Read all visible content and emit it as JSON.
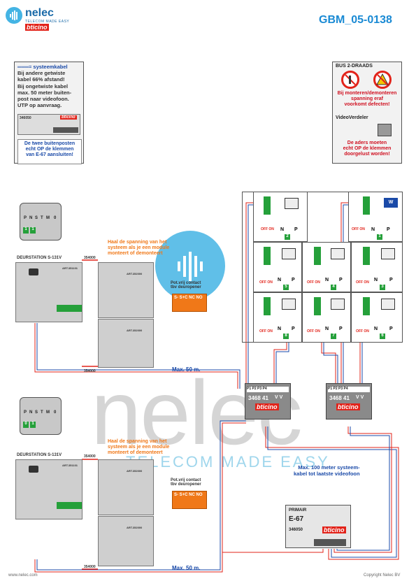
{
  "header": {
    "brand": "nelec",
    "brand_sub": "TELECOM MADE EASY",
    "partner": "bticino",
    "doc_code": "GBM_05-0138"
  },
  "info_left": {
    "lines": [
      "═══= systeemkabel",
      "Bij andere getwiste",
      "kabel 66% afstand!",
      "Bij ongetwiste kabel",
      "max. 50 meter buiten-",
      "post naar videofoon.",
      "UTP op aanvraag."
    ],
    "module_code": "346050",
    "module_brand": "bticino",
    "warning": [
      "De twee buitenposten",
      "echt OP de klemmen",
      "van E-67 aansluiten!"
    ]
  },
  "info_right": {
    "title": "BUS 2-DRAADS",
    "warning1": [
      "Bij monteren/demonteren",
      "spanning eraf",
      "voorkomt defecten!"
    ],
    "subtitle": "VideoVerdeler",
    "warning2": [
      "De aders moeten",
      "echt OP de klemmen",
      "doorgelust worden!"
    ]
  },
  "station1": {
    "terminal_labels": [
      "P",
      "N",
      "S",
      "T",
      "M",
      "0"
    ],
    "terminal_nums": [
      "1",
      "1"
    ],
    "label": "DEURSTATION S-131V",
    "cable_top": "354000",
    "cable_bottom": "354000",
    "note": [
      "Haal de spanning van het",
      "systeem als je een module",
      "monteert of demonteert"
    ],
    "contact_note": [
      "Pot.vrij contact",
      "tbv deuropener"
    ],
    "relay_terms": "S-  S+C NC NO",
    "max": "Max. 50 m.",
    "mod_code": "ART.351101",
    "mod_code2": "ART.352000"
  },
  "station2": {
    "terminal_labels": [
      "P",
      "N",
      "S",
      "T",
      "M",
      "0"
    ],
    "terminal_nums": [
      "0",
      "1"
    ],
    "label": "DEURSTATION S-131V",
    "cable_top": "354000",
    "cable_bottom": "354000",
    "note": [
      "Haal de spanning van het",
      "systeem als je een module",
      "monteert of demonteert"
    ],
    "contact_note": [
      "Pot.vrij contact",
      "tbv deuropener"
    ],
    "relay_terms": "S-  S+C NC NO",
    "max": "Max. 50 m.",
    "mod_code": "ART.351101",
    "mod_code2": "ART.352000"
  },
  "videophones": {
    "off_on": "OFF ON",
    "n": "N",
    "p": "P",
    "w_badge": "W",
    "units": [
      "2",
      "1",
      "5",
      "4",
      "3",
      "8",
      "7",
      "6"
    ]
  },
  "distributors": {
    "ports": [
      "P1",
      "P2",
      "P3",
      "P4"
    ],
    "code": "3468 41",
    "vv": "V V",
    "brand": "bticino"
  },
  "power": {
    "primary": "PRIMAIR",
    "model": "E-67",
    "code": "346050",
    "brand": "bticino"
  },
  "notes": {
    "max100": [
      "Max. 100 meter systeem-",
      "kabel tot laatste videofoon"
    ]
  },
  "watermark": {
    "text": "nelec",
    "sub": "TELECOM MADE EASY"
  },
  "footer": {
    "website": "www.nelec.com",
    "copyright": "Copyright Nelec BV"
  }
}
